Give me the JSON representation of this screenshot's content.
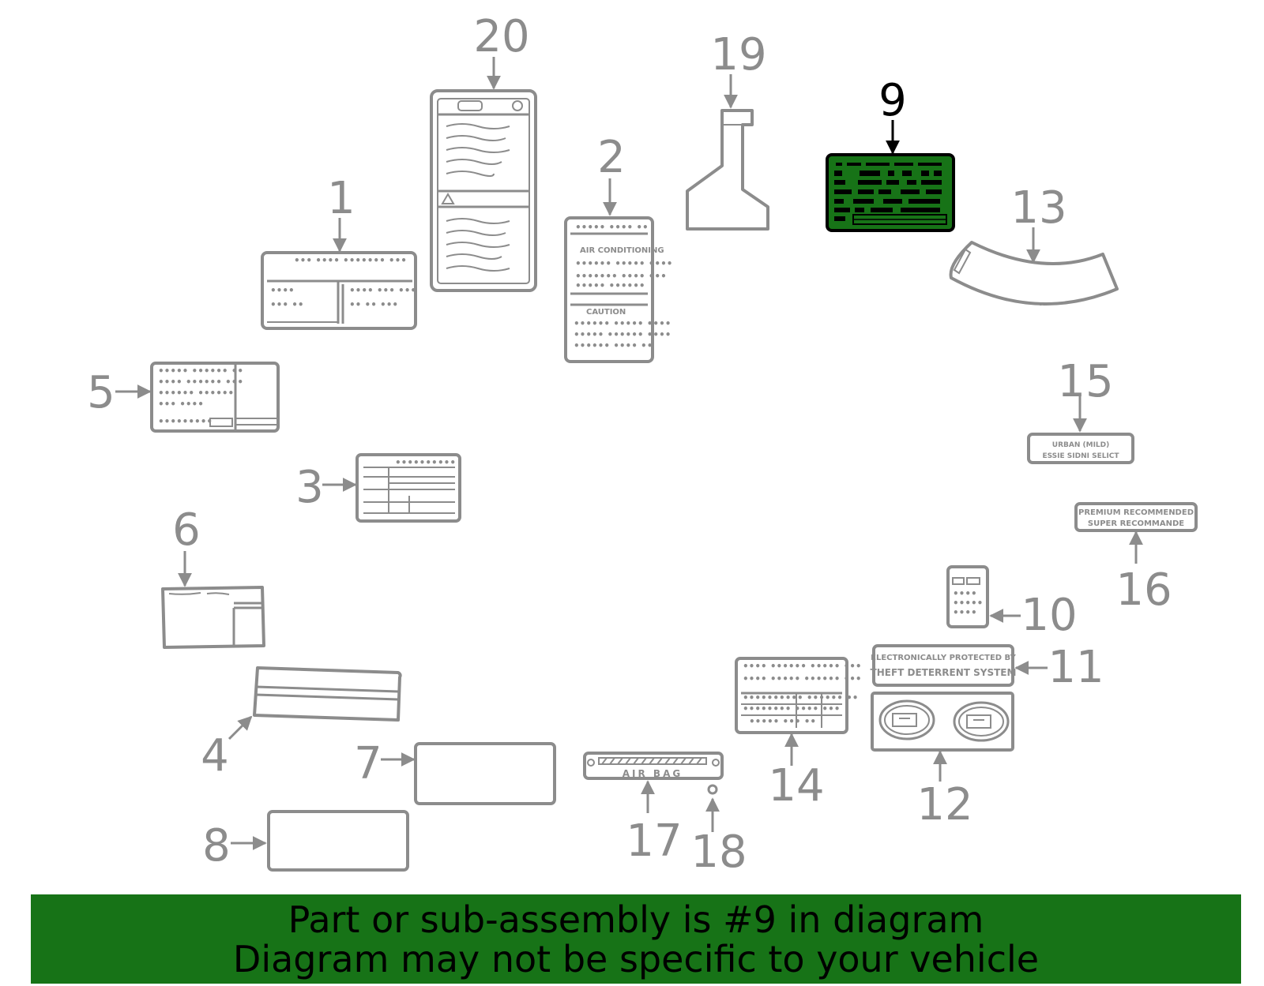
{
  "diagram": {
    "highlighted_part": "9",
    "highlight_color": "#177317",
    "line_color": "#8c8c8c",
    "callouts": [
      "1",
      "2",
      "3",
      "4",
      "5",
      "6",
      "7",
      "8",
      "9",
      "10",
      "11",
      "12",
      "13",
      "14",
      "15",
      "16",
      "17",
      "18",
      "19",
      "20"
    ],
    "label_texts": {
      "part_11_line1": "ELECTRONICALLY PROTECTED BY",
      "part_11_line2": "THEFT DETERRENT SYSTEM",
      "part_15_line1": "URBAN (MILD)",
      "part_15_line2": "ESSIE SIDNI SELICT",
      "part_16_line1": "PREMIUM RECOMMENDED",
      "part_16_line2": "SUPER RECOMMANDE",
      "part_17": "AIR BAG",
      "part_2_line1": "AIR CONDITIONING",
      "part_2_line2": "CAUTION"
    }
  },
  "banner": {
    "line1": "Part or sub-assembly is #9 in diagram",
    "line2": "Diagram may not be specific to your vehicle",
    "background": "#177317"
  }
}
